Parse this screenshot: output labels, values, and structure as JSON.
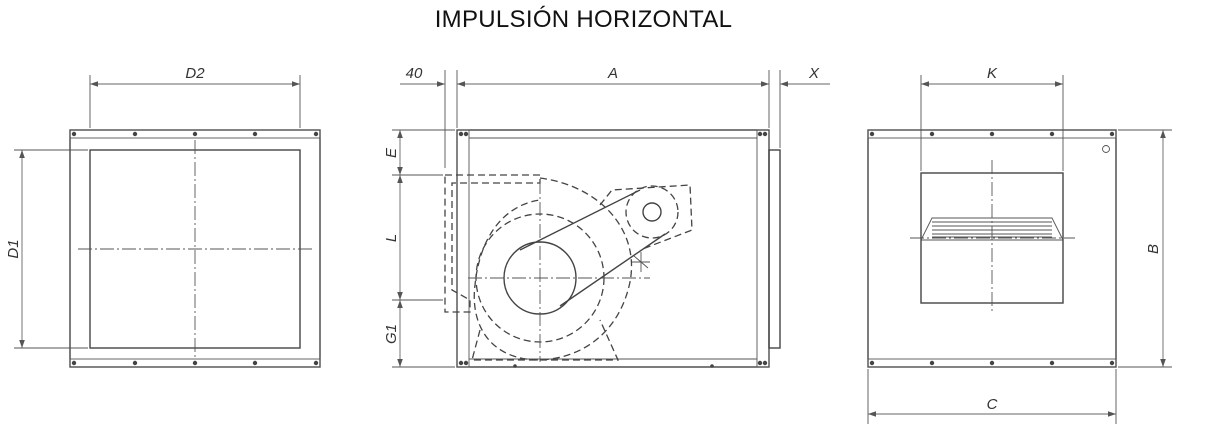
{
  "title": "IMPULSIÓN HORIZONTAL",
  "dimensions": {
    "d2": "D2",
    "d1": "D1",
    "forty": "40",
    "a": "A",
    "x": "X",
    "e": "E",
    "l": "L",
    "g1": "G1",
    "k": "K",
    "b": "B",
    "c": "C"
  },
  "colors": {
    "line": "#444444",
    "background": "#ffffff"
  }
}
